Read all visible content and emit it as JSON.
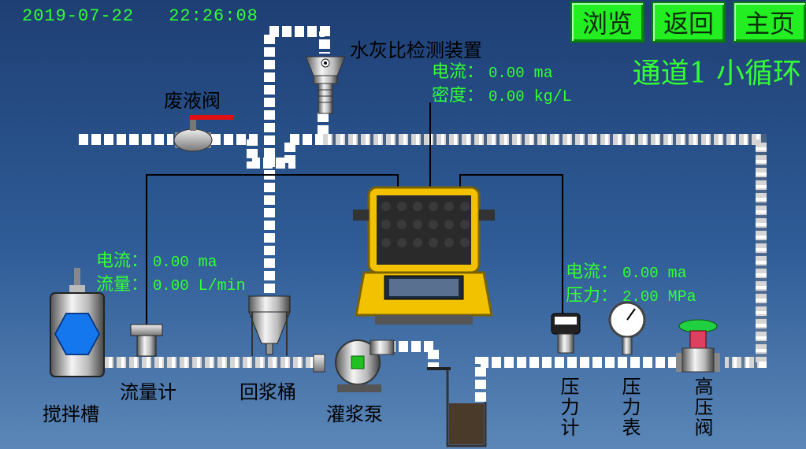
{
  "header": {
    "date": "2019-07-22",
    "time": "22:26:08"
  },
  "nav": {
    "browse": "浏览",
    "back": "返回",
    "home": "主页"
  },
  "channel_title": "通道1 小循环",
  "labels": {
    "wcr_device": "水灰比检测装置",
    "waste_valve": "废液阀",
    "stir_tank": "搅拌槽",
    "flow_meter": "流量计",
    "return_bucket": "回浆桶",
    "grout_pump": "灌浆泵",
    "pressure_meter": "压力计",
    "pressure_gauge": "压力表",
    "hp_valve": "高压阀"
  },
  "readouts": {
    "density": {
      "current_label": "电流：",
      "current_value": "0.00",
      "current_unit": "ma",
      "density_label": "密度：",
      "density_value": "0.00",
      "density_unit": "kg/L"
    },
    "flow": {
      "current_label": "电流：",
      "current_value": "0.00",
      "current_unit": "ma",
      "flow_label": "流量：",
      "flow_value": "0.00",
      "flow_unit": "L/min"
    },
    "pressure": {
      "current_label": "电流：",
      "current_value": "0.00",
      "current_unit": "ma",
      "pressure_label": "压力：",
      "pressure_value": "2.00",
      "pressure_unit": "MPa"
    }
  },
  "colors": {
    "accent_green": "#33ff33",
    "button_green": "#22ee22",
    "case_yellow": "#f2c200",
    "tank_blue": "#1477ee"
  }
}
